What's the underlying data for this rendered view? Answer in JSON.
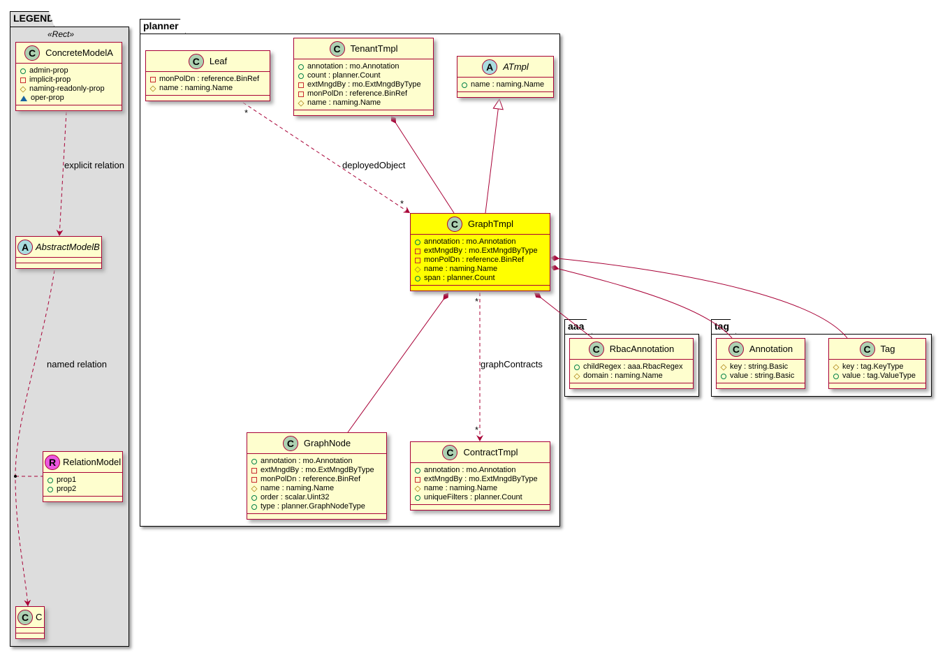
{
  "packages": {
    "legend": "LEGEND",
    "planner": "planner",
    "aaa": "aaa",
    "tag": "tag"
  },
  "legend_stereotype": "«Rect»",
  "colors": {
    "border": "#A80036",
    "class_bg": "#FEFECE",
    "highlight_bg": "#FFFF00",
    "legend_bg": "#DDDDDD",
    "class_icon": "#ADD1B2",
    "abstract_icon": "#A9DCDF",
    "relation_icon": "#EB57E0"
  },
  "edge_labels": {
    "explicit": "explicit relation",
    "named": "named relation",
    "deployed": "deployedObject",
    "contracts": "graphContracts",
    "star": "*"
  },
  "classes": [
    {
      "id": "concreteA",
      "kind": "C",
      "name": "ConcreteModelA",
      "attrs": [
        {
          "vis": "public",
          "text": "admin-prop"
        },
        {
          "vis": "private",
          "text": "implicit-prop"
        },
        {
          "vis": "protected",
          "text": "naming-readonly-prop"
        },
        {
          "vis": "package",
          "text": "oper-prop"
        }
      ]
    },
    {
      "id": "abstractB",
      "kind": "A",
      "name": "AbstractModelB",
      "italic": true,
      "small": true,
      "attrs": []
    },
    {
      "id": "relModel",
      "kind": "R",
      "name": "RelationModel",
      "small": true,
      "attrs": [
        {
          "vis": "public",
          "text": "prop1"
        },
        {
          "vis": "public",
          "text": "prop2"
        }
      ]
    },
    {
      "id": "c",
      "kind": "C",
      "name": "C",
      "small": true,
      "attrs": []
    },
    {
      "id": "leaf",
      "kind": "C",
      "name": "Leaf",
      "attrs": [
        {
          "vis": "private",
          "text": "monPolDn : reference.BinRef"
        },
        {
          "vis": "protected",
          "text": "name : naming.Name"
        }
      ]
    },
    {
      "id": "tenant",
      "kind": "C",
      "name": "TenantTmpl",
      "attrs": [
        {
          "vis": "public",
          "text": "annotation : mo.Annotation"
        },
        {
          "vis": "public",
          "text": "count : planner.Count"
        },
        {
          "vis": "private",
          "text": "extMngdBy : mo.ExtMngdByType"
        },
        {
          "vis": "private",
          "text": "monPolDn : reference.BinRef"
        },
        {
          "vis": "protected",
          "text": "name : naming.Name"
        }
      ]
    },
    {
      "id": "atmpl",
      "kind": "A",
      "name": "ATmpl",
      "italic": true,
      "attrs": [
        {
          "vis": "public",
          "text": "name : naming.Name"
        }
      ]
    },
    {
      "id": "graph",
      "kind": "C",
      "name": "GraphTmpl",
      "highlight": true,
      "attrs": [
        {
          "vis": "public",
          "text": "annotation : mo.Annotation"
        },
        {
          "vis": "private",
          "text": "extMngdBy : mo.ExtMngdByType"
        },
        {
          "vis": "private",
          "text": "monPolDn : reference.BinRef"
        },
        {
          "vis": "protected",
          "text": "name : naming.Name"
        },
        {
          "vis": "public",
          "text": "span : planner.Count"
        }
      ]
    },
    {
      "id": "node",
      "kind": "C",
      "name": "GraphNode",
      "attrs": [
        {
          "vis": "public",
          "text": "annotation : mo.Annotation"
        },
        {
          "vis": "private",
          "text": "extMngdBy : mo.ExtMngdByType"
        },
        {
          "vis": "private",
          "text": "monPolDn : reference.BinRef"
        },
        {
          "vis": "protected",
          "text": "name : naming.Name"
        },
        {
          "vis": "public",
          "text": "order : scalar.Uint32"
        },
        {
          "vis": "public",
          "text": "type : planner.GraphNodeType"
        }
      ]
    },
    {
      "id": "contract",
      "kind": "C",
      "name": "ContractTmpl",
      "attrs": [
        {
          "vis": "public",
          "text": "annotation : mo.Annotation"
        },
        {
          "vis": "private",
          "text": "extMngdBy : mo.ExtMngdByType"
        },
        {
          "vis": "protected",
          "text": "name : naming.Name"
        },
        {
          "vis": "public",
          "text": "uniqueFilters : planner.Count"
        }
      ]
    },
    {
      "id": "rbac",
      "kind": "C",
      "name": "RbacAnnotation",
      "attrs": [
        {
          "vis": "public",
          "text": "childRegex : aaa.RbacRegex"
        },
        {
          "vis": "protected",
          "text": "domain : naming.Name"
        }
      ]
    },
    {
      "id": "annot",
      "kind": "C",
      "name": "Annotation",
      "attrs": [
        {
          "vis": "protected",
          "text": "key : string.Basic"
        },
        {
          "vis": "public",
          "text": "value : string.Basic"
        }
      ]
    },
    {
      "id": "tagc",
      "kind": "C",
      "name": "Tag",
      "attrs": [
        {
          "vis": "protected",
          "text": "key : tag.KeyType"
        },
        {
          "vis": "public",
          "text": "value : tag.ValueType"
        }
      ]
    }
  ]
}
